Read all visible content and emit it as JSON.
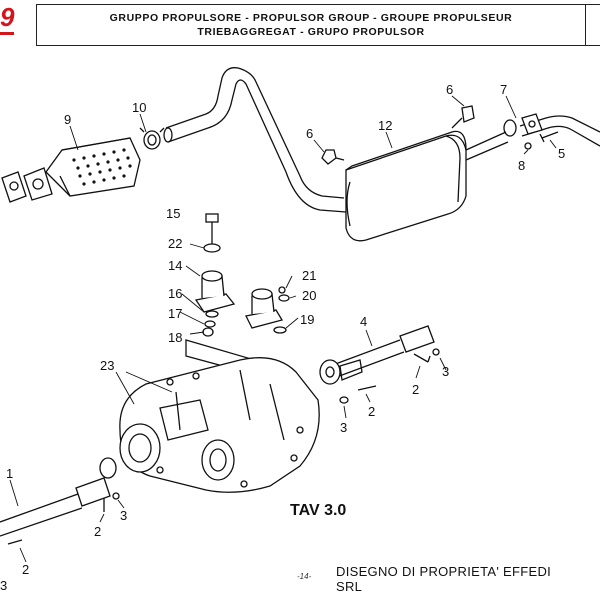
{
  "logo": {
    "text": "9"
  },
  "header": {
    "line1": "GRUPPO PROPULSORE - PROPULSOR GROUP - GROUPE PROPULSEUR",
    "line2": "TRIEBAGGREGAT - GRUPO PROPULSOR"
  },
  "callouts": [
    {
      "id": "c9",
      "text": "9"
    },
    {
      "id": "c10",
      "text": "10"
    },
    {
      "id": "c6a",
      "text": "6"
    },
    {
      "id": "c12",
      "text": "12"
    },
    {
      "id": "c6b",
      "text": "6"
    },
    {
      "id": "c7",
      "text": "7"
    },
    {
      "id": "c8",
      "text": "8"
    },
    {
      "id": "c5",
      "text": "5"
    },
    {
      "id": "c15",
      "text": "15"
    },
    {
      "id": "c22",
      "text": "22"
    },
    {
      "id": "c14",
      "text": "14"
    },
    {
      "id": "c21",
      "text": "21"
    },
    {
      "id": "c20",
      "text": "20"
    },
    {
      "id": "c16",
      "text": "16"
    },
    {
      "id": "c17",
      "text": "17"
    },
    {
      "id": "c19",
      "text": "19"
    },
    {
      "id": "c18",
      "text": "18"
    },
    {
      "id": "c4",
      "text": "4"
    },
    {
      "id": "c23",
      "text": "23"
    },
    {
      "id": "c2a",
      "text": "2"
    },
    {
      "id": "c3a",
      "text": "3"
    },
    {
      "id": "c2b",
      "text": "2"
    },
    {
      "id": "c3b",
      "text": "3"
    },
    {
      "id": "c1",
      "text": "1"
    },
    {
      "id": "c2c",
      "text": "2"
    },
    {
      "id": "c3c",
      "text": "3"
    },
    {
      "id": "c2d",
      "text": "2"
    },
    {
      "id": "c3d",
      "text": "3"
    }
  ],
  "model_label": "TAV 3.0",
  "page_number": "-14-",
  "footer": {
    "line1": "DISEGNO DI PROPRIETA' EFFEDI",
    "line2": "SRL"
  }
}
